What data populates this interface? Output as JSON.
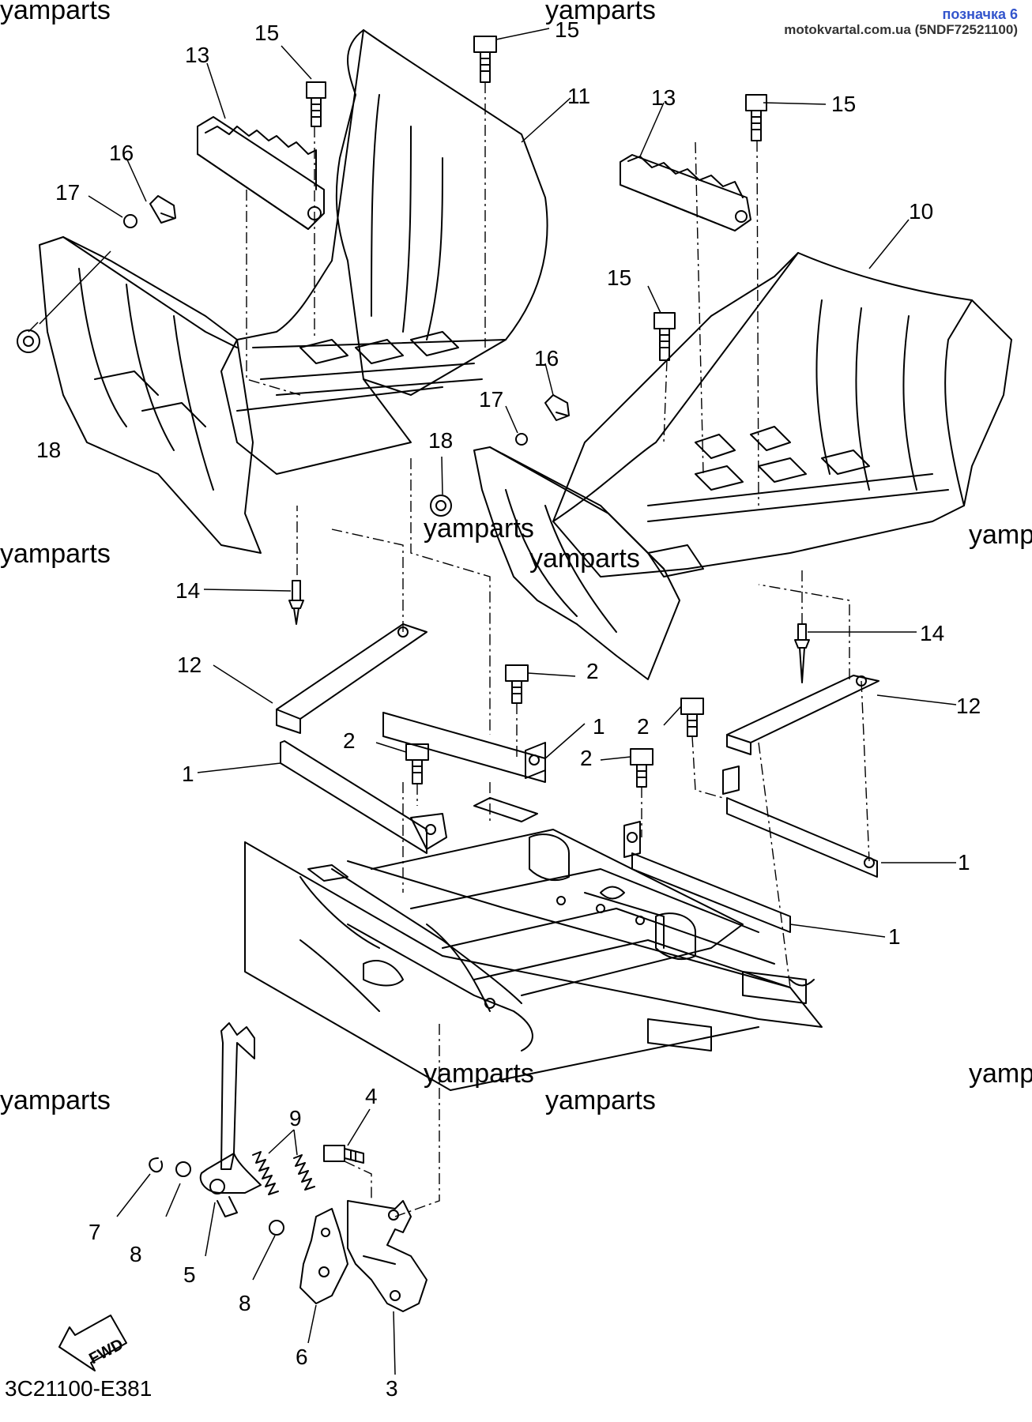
{
  "header": {
    "label": "позначка 6",
    "source": "motokvartal.com.ua (5NDF72521100)"
  },
  "watermarks": [
    "yamparts",
    "yamparts",
    "yamparts",
    "yamparts",
    "yamparts",
    "yamp",
    "yamparts",
    "yamparts",
    "yamparts",
    "yamp"
  ],
  "callouts": [
    "15",
    "15",
    "13",
    "11",
    "16",
    "17",
    "18",
    "13",
    "15",
    "10",
    "15",
    "16",
    "17",
    "18",
    "14",
    "14",
    "12",
    "2",
    "1",
    "2",
    "2",
    "2",
    "12",
    "1",
    "1",
    "1",
    "9",
    "4",
    "7",
    "8",
    "5",
    "8",
    "6",
    "3"
  ],
  "fwd_label": "FWD",
  "diagram_code": "3C21100-E381",
  "colors": {
    "line": "#000000",
    "header_label": "#3355cc"
  }
}
